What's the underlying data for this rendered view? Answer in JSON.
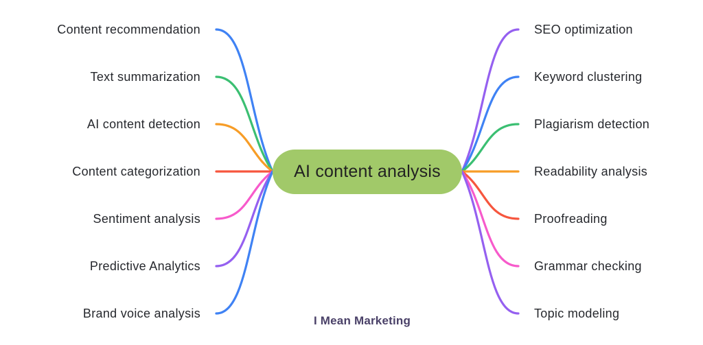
{
  "center": {
    "label": "AI content analysis",
    "fill_color": "#A1C969",
    "text_color": "#222222"
  },
  "watermark": {
    "text": "I Mean Marketing",
    "color": "#4A4168"
  },
  "left_branches": [
    {
      "label": "Content recommendation",
      "color": "#3F82F4"
    },
    {
      "label": "Text summarization",
      "color": "#3BBF72"
    },
    {
      "label": "AI content detection",
      "color": "#F79D27"
    },
    {
      "label": "Content categorization",
      "color": "#F6563E"
    },
    {
      "label": "Sentiment analysis",
      "color": "#F75ACB"
    },
    {
      "label": "Predictive Analytics",
      "color": "#9560F0"
    },
    {
      "label": "Brand voice analysis",
      "color": "#3F82F4"
    }
  ],
  "right_branches": [
    {
      "label": "SEO optimization",
      "color": "#9560F0"
    },
    {
      "label": "Keyword clustering",
      "color": "#3F82F4"
    },
    {
      "label": "Plagiarism detection",
      "color": "#3BBF72"
    },
    {
      "label": "Readability analysis",
      "color": "#F79D27"
    },
    {
      "label": "Proofreading",
      "color": "#F6563E"
    },
    {
      "label": "Grammar checking",
      "color": "#F75ACB"
    },
    {
      "label": "Topic modeling",
      "color": "#9560F0"
    }
  ]
}
